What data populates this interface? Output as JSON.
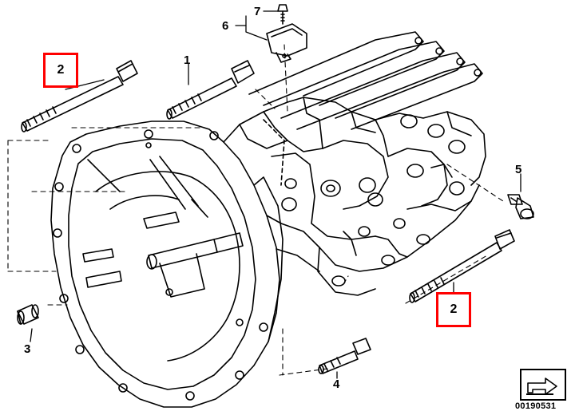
{
  "diagram": {
    "parts": [
      {
        "id": "bolt-upper",
        "label": "1"
      },
      {
        "id": "bolt-long-left",
        "label": "2"
      },
      {
        "id": "bolt-long-right",
        "label": "2"
      },
      {
        "id": "bushing",
        "label": "3"
      },
      {
        "id": "bolt-lower",
        "label": "4"
      },
      {
        "id": "sensor",
        "label": "5"
      },
      {
        "id": "bracket",
        "label": "6"
      },
      {
        "id": "screw",
        "label": "7"
      }
    ],
    "highlight_color": "#ff0000",
    "line_color": "#000000",
    "diagram_number": "00190531",
    "corner_icon": "arrow-icon"
  }
}
